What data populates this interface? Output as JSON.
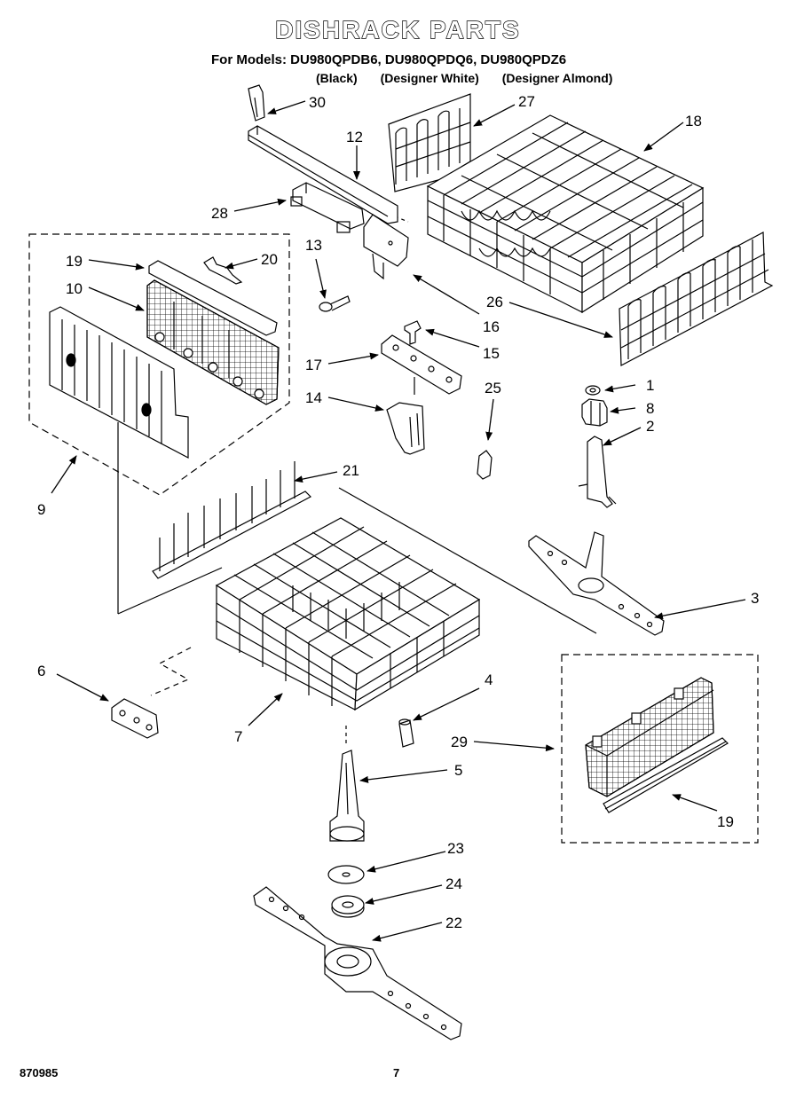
{
  "header": {
    "title": "DISHRACK PARTS",
    "models_line": "For Models: DU980QPDB6, DU980QPDQ6, DU980QPDZ6",
    "colors": [
      "(Black)",
      "(Designer White)",
      "(Designer Almond)"
    ]
  },
  "callouts": [
    {
      "id": "30",
      "label": "30"
    },
    {
      "id": "12",
      "label": "12"
    },
    {
      "id": "27",
      "label": "27"
    },
    {
      "id": "18",
      "label": "18"
    },
    {
      "id": "28",
      "label": "28"
    },
    {
      "id": "13",
      "label": "13"
    },
    {
      "id": "19a",
      "label": "19"
    },
    {
      "id": "20",
      "label": "20"
    },
    {
      "id": "10",
      "label": "10"
    },
    {
      "id": "16",
      "label": "16"
    },
    {
      "id": "26",
      "label": "26"
    },
    {
      "id": "17",
      "label": "17"
    },
    {
      "id": "15",
      "label": "15"
    },
    {
      "id": "14",
      "label": "14"
    },
    {
      "id": "25",
      "label": "25"
    },
    {
      "id": "1",
      "label": "1"
    },
    {
      "id": "8",
      "label": "8"
    },
    {
      "id": "2",
      "label": "2"
    },
    {
      "id": "9",
      "label": "9"
    },
    {
      "id": "21",
      "label": "21"
    },
    {
      "id": "3",
      "label": "3"
    },
    {
      "id": "6",
      "label": "6"
    },
    {
      "id": "4",
      "label": "4"
    },
    {
      "id": "7",
      "label": "7"
    },
    {
      "id": "29",
      "label": "29"
    },
    {
      "id": "5",
      "label": "5"
    },
    {
      "id": "19b",
      "label": "19"
    },
    {
      "id": "23",
      "label": "23"
    },
    {
      "id": "24",
      "label": "24"
    },
    {
      "id": "22",
      "label": "22"
    }
  ],
  "footer": {
    "doc_number": "870985",
    "page_number": "7"
  }
}
